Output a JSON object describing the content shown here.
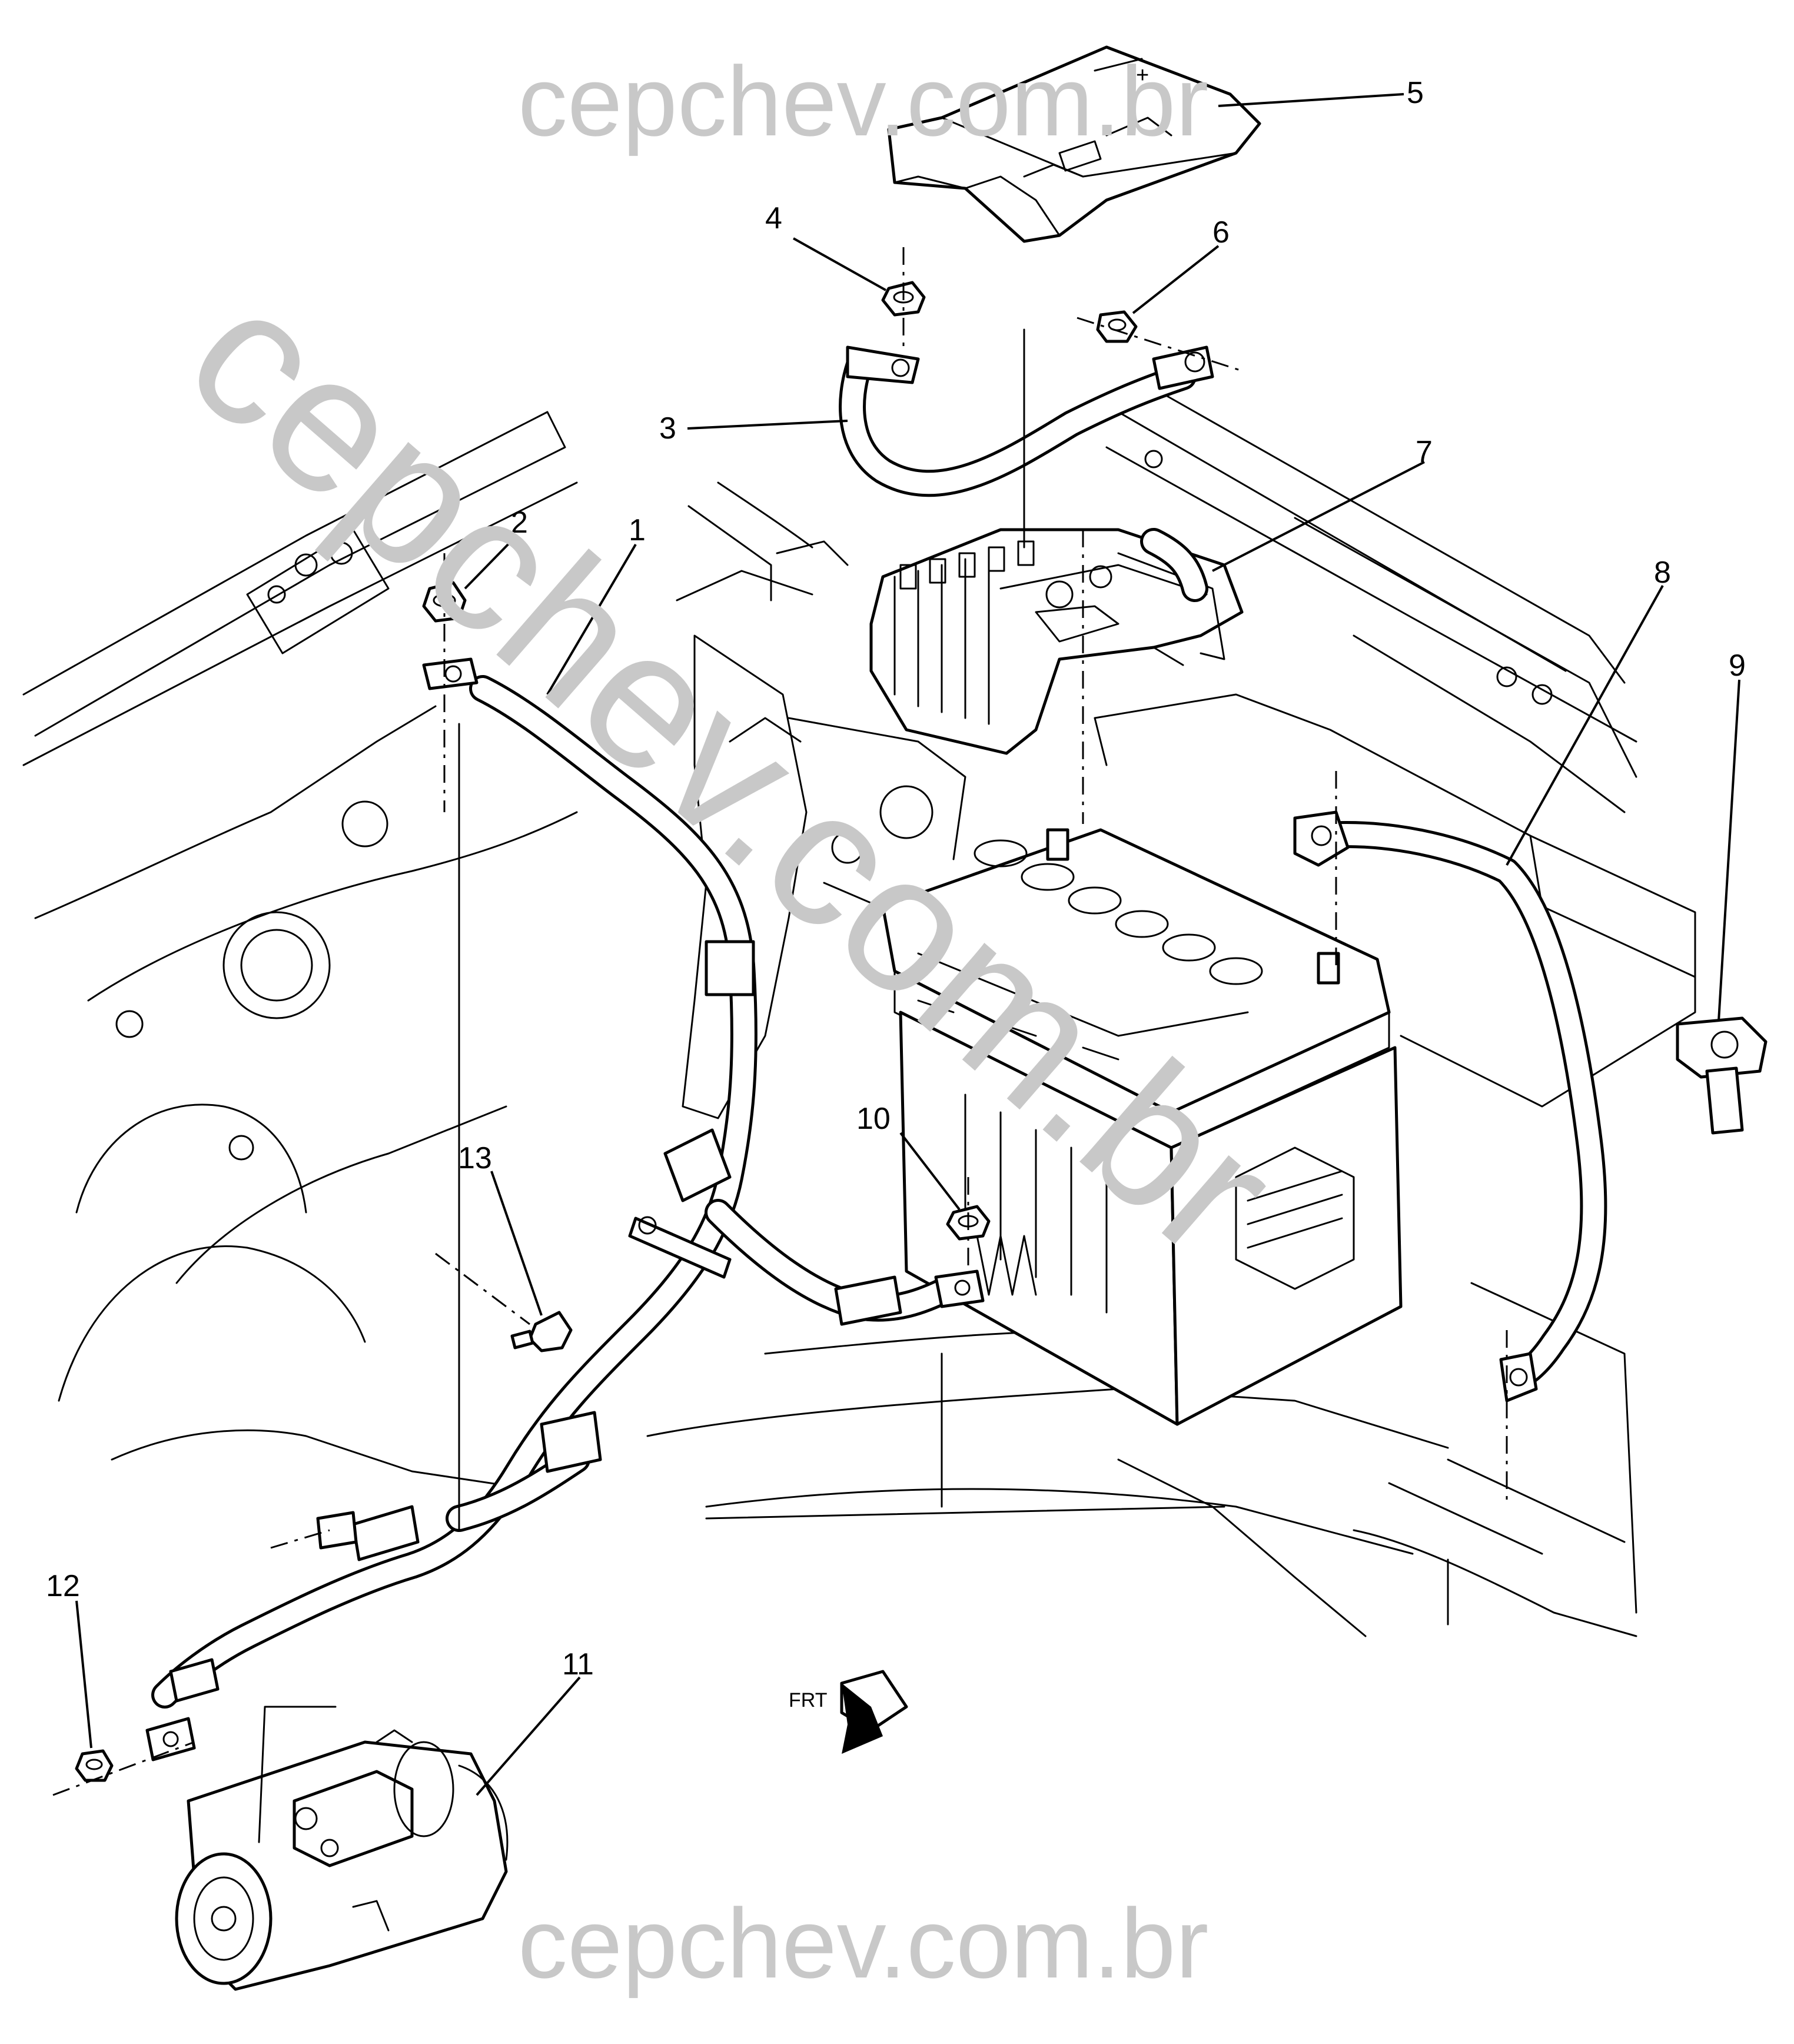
{
  "watermarks": {
    "top": "cepchev.com.br",
    "bottom": "cepchev.com.br",
    "diagonal": "cepchev.com.br"
  },
  "callouts": [
    "1",
    "2",
    "3",
    "4",
    "5",
    "6",
    "7",
    "8",
    "9",
    "10",
    "11",
    "12",
    "13"
  ],
  "front_arrow": {
    "label": "FRT"
  }
}
